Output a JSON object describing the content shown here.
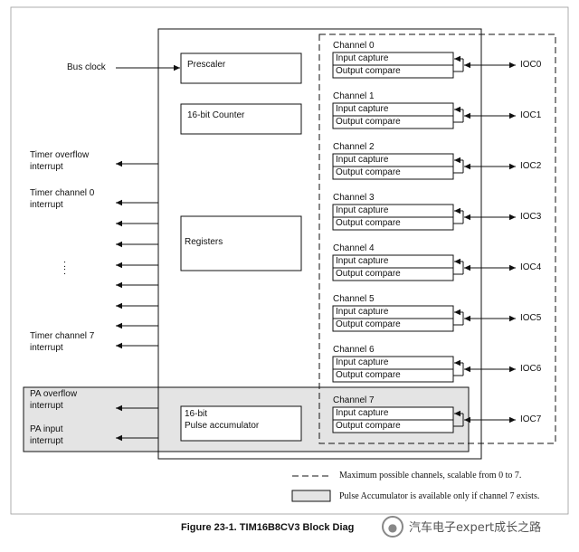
{
  "inputs": {
    "bus_clock": "Bus clock"
  },
  "blocks": {
    "prescaler": "Prescaler",
    "counter": "16-bit Counter",
    "registers": "Registers",
    "pulse_acc_line1": "16-bit",
    "pulse_acc_line2": "Pulse accumulator"
  },
  "interrupts": {
    "timer_overflow_1": "Timer overflow",
    "timer_overflow_2": "interrupt",
    "timer_ch0_1": "Timer channel 0",
    "timer_ch0_2": "interrupt",
    "ellipsis": ":",
    "timer_ch7_1": "Timer channel 7",
    "timer_ch7_2": "interrupt",
    "pa_overflow_1": "PA overflow",
    "pa_overflow_2": "interrupt",
    "pa_input_1": "PA input",
    "pa_input_2": "interrupt"
  },
  "channels": [
    {
      "name": "Channel 0",
      "ioc": "IOC0"
    },
    {
      "name": "Channel 1",
      "ioc": "IOC1"
    },
    {
      "name": "Channel 2",
      "ioc": "IOC2"
    },
    {
      "name": "Channel 3",
      "ioc": "IOC3"
    },
    {
      "name": "Channel 4",
      "ioc": "IOC4"
    },
    {
      "name": "Channel 5",
      "ioc": "IOC5"
    },
    {
      "name": "Channel 6",
      "ioc": "IOC6"
    },
    {
      "name": "Channel 7",
      "ioc": "IOC7"
    }
  ],
  "channel_parts": {
    "input_capture": "Input capture",
    "output_compare": "Output compare"
  },
  "legend": {
    "dashed": "Maximum possible channels, scalable from 0 to 7.",
    "shaded": "Pulse Accumulator is available only if channel 7 exists."
  },
  "caption": "Figure 23-1. TIM16B8CV3 Block Diag",
  "watermark": "汽车电子expert成长之路",
  "colors": {
    "shade": "#e4e4e4",
    "line": "#111111"
  }
}
